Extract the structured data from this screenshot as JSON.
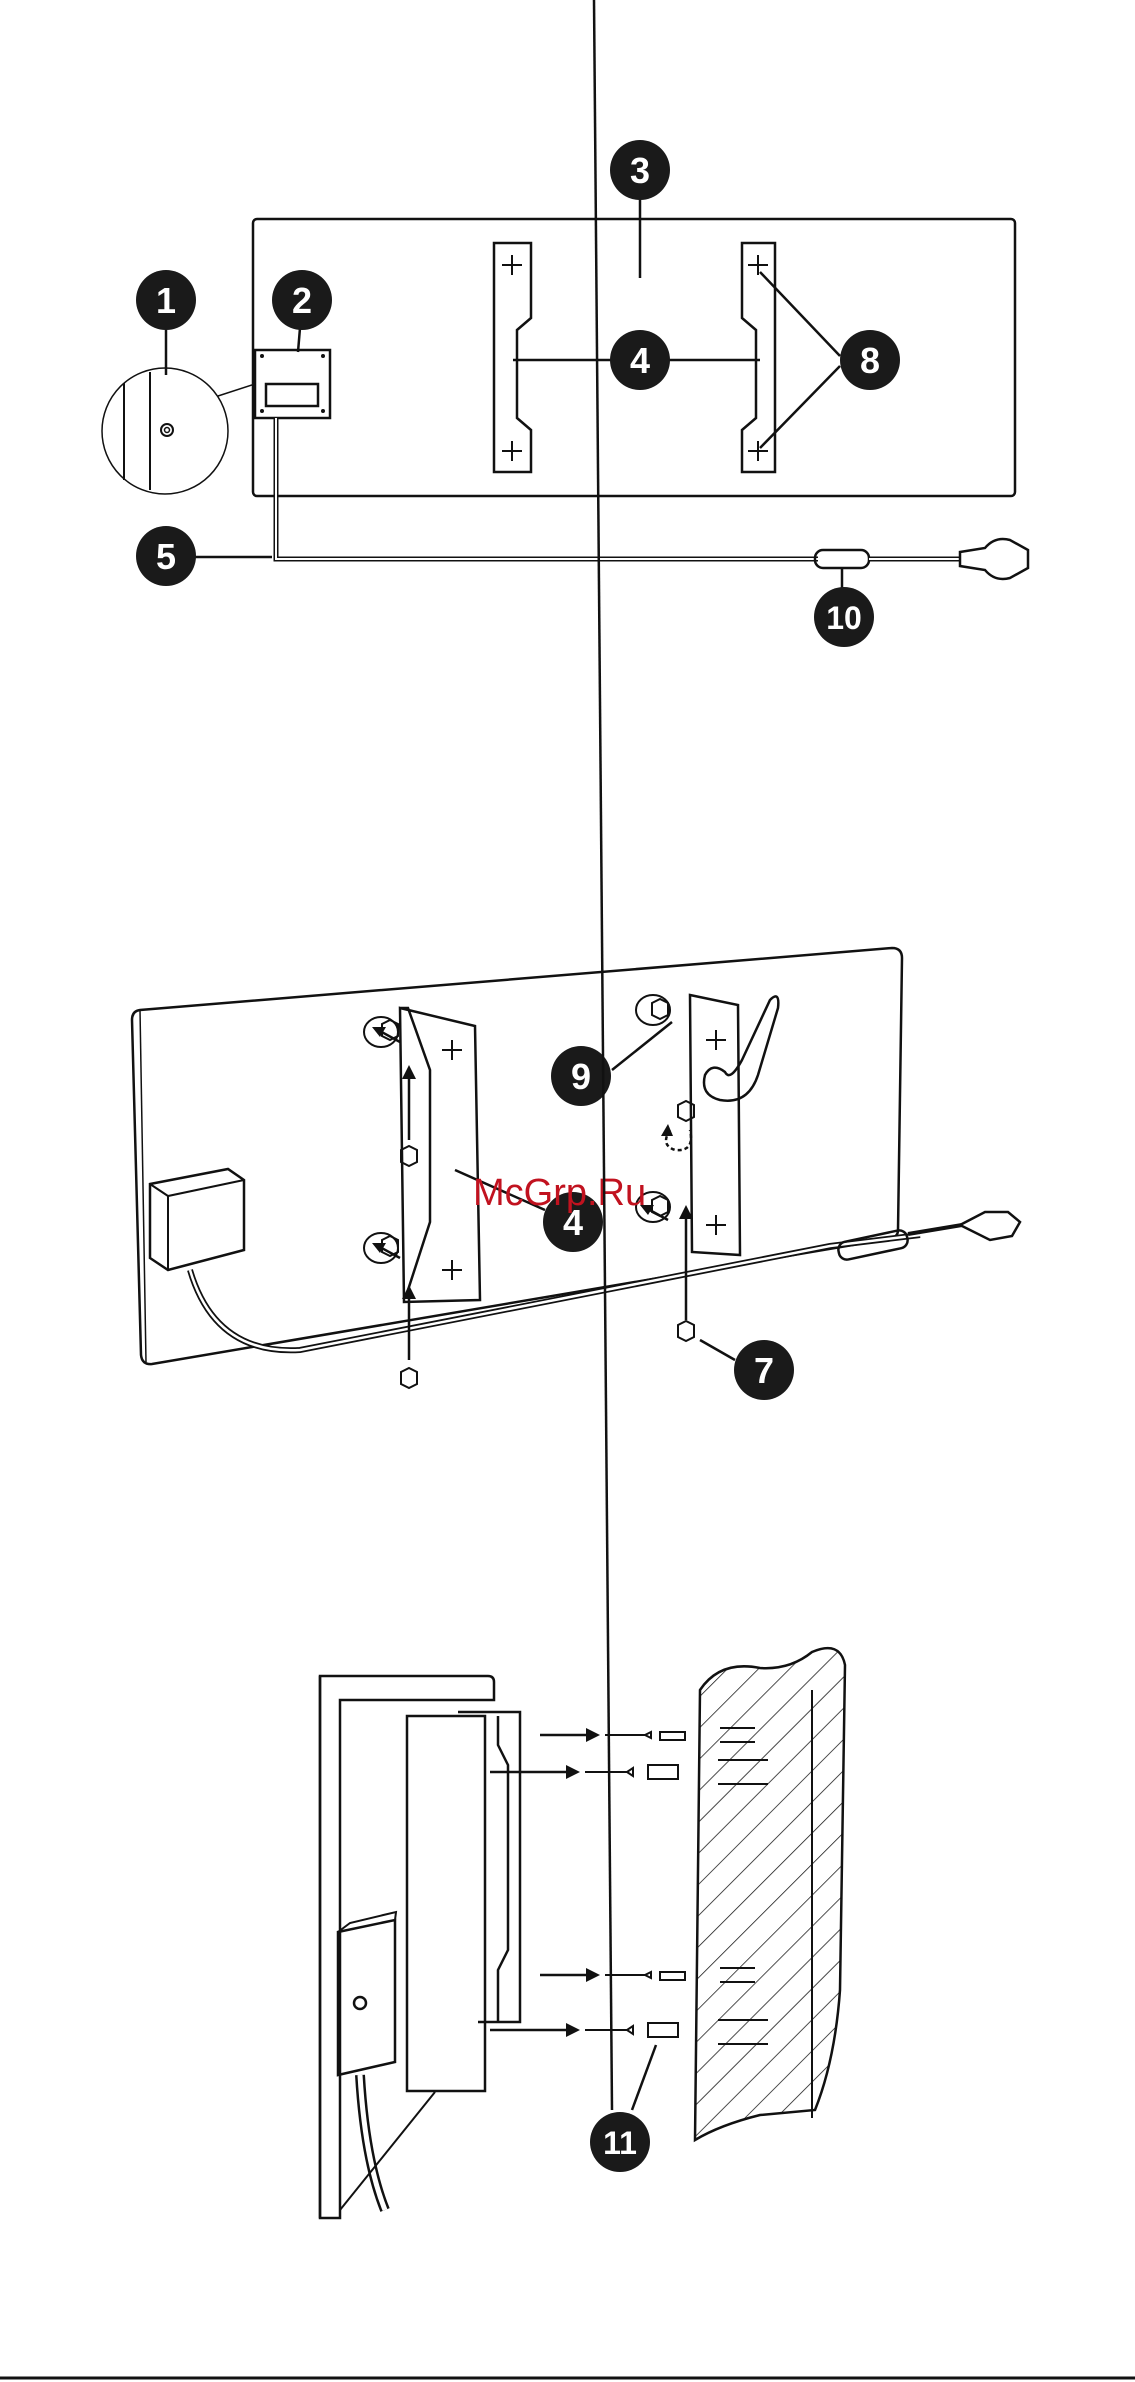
{
  "callouts": {
    "c1": "1",
    "c2": "2",
    "c3": "3",
    "c4": "4",
    "c4b": "4",
    "c5": "5",
    "c7": "7",
    "c8": "8",
    "c9": "9",
    "c10": "10",
    "c11": "11"
  },
  "watermark": "McGrp.Ru",
  "colors": {
    "ink": "#111111",
    "badge": "#1a1a1a",
    "watermark": "#c1121f"
  }
}
